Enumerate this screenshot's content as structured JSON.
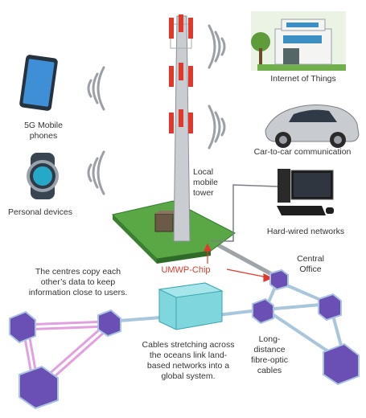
{
  "labels": {
    "iot": "Internet of Things",
    "mobile": "5G Mobile\nphones",
    "car": "Car-to-car communication",
    "personal": "Personal devices",
    "tower": "Local\nmobile\ntower",
    "wired": "Hard-wired networks",
    "chip": "UMWP-Chip",
    "central": "Central\nOffice",
    "centres": "The centres copy each\nother’s data to keep\ninformation close to users.",
    "cables": "Cables stretching across\nthe oceans link land-\nbased networks into a\nglobal system.",
    "fibre": "Long-\ndistance\nfibre-optic\ncables"
  },
  "colors": {
    "accent_red": "#e0392b",
    "ocean": "#7fd6dc",
    "server_purple": "#6a4fb5",
    "pink_link": "#e3a0e0",
    "cable_blue": "#a8c6dc",
    "grass": "#5aa845"
  }
}
